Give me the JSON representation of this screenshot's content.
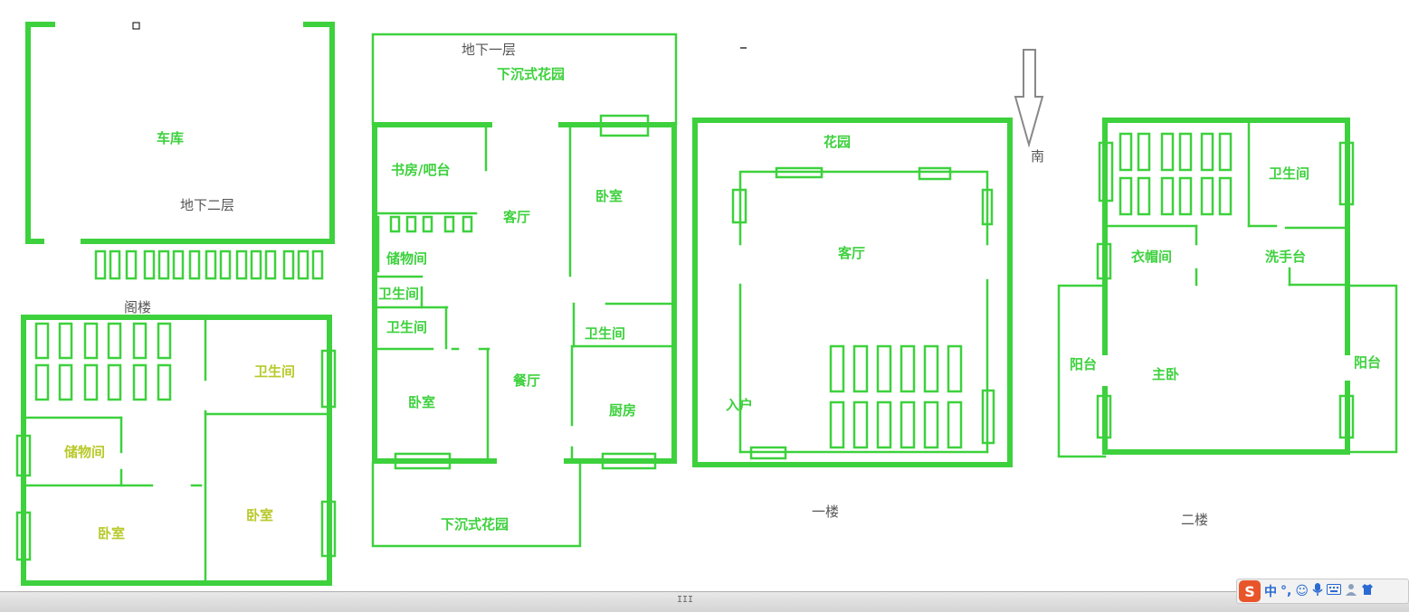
{
  "colors": {
    "wall": "#3dd13d",
    "label_green": "#3dd13d",
    "label_yellow": "#b8c92a",
    "label_gray": "#555555",
    "arrow": "#888888"
  },
  "floors": {
    "basement2": {
      "name": "地下二层",
      "rooms": {
        "garage": "车库"
      }
    },
    "basement1": {
      "name": "地下一层",
      "rooms": {
        "garden_top": "下沉式花园",
        "study": "书房/吧台",
        "living": "客厅",
        "bedroom_right": "卧室",
        "storage": "储物间",
        "bath_small": "卫生间",
        "bath_left": "卫生间",
        "bath_right": "卫生间",
        "bedroom_left": "卧室",
        "dining": "餐厅",
        "kitchen": "厨房",
        "garden_bottom": "下沉式花园"
      }
    },
    "attic": {
      "name": "阁楼",
      "rooms": {
        "bath": "卫生间",
        "storage": "储物间",
        "bedroom_left": "卧室",
        "bedroom_right": "卧室"
      }
    },
    "floor1": {
      "name": "一楼",
      "rooms": {
        "garden": "花园",
        "living": "客厅",
        "entrance": "入户"
      }
    },
    "floor2": {
      "name": "二楼",
      "rooms": {
        "bath": "卫生间",
        "closet": "衣帽间",
        "washbasin": "洗手台",
        "balcony_left": "阳台",
        "master": "主卧",
        "balcony_right": "阳台"
      }
    }
  },
  "compass": {
    "label": "南",
    "icon": "down-arrow-icon"
  },
  "taskbar": {
    "grip": "III",
    "ime_logo": "S",
    "ime_mode": "中",
    "ime_punct": "°,",
    "icons": [
      "emoji-icon",
      "microphone-icon",
      "keyboard-icon",
      "user-icon",
      "shirt-icon"
    ]
  }
}
